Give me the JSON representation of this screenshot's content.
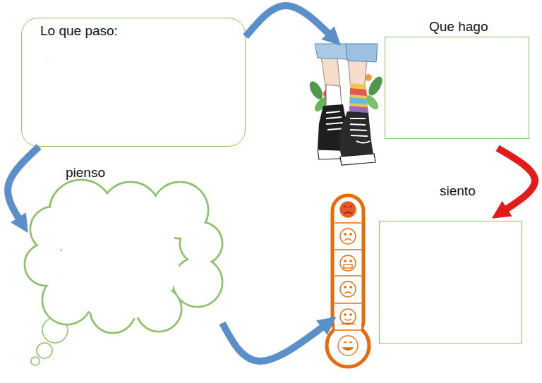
{
  "diagram": {
    "nodes": [
      {
        "text": [
          "Lo que paso:",
          ":"
        ]
      },
      {
        "text": [
          "Que hago"
        ]
      },
      {
        "text": [
          "pienso"
        ]
      },
      {
        "text": [
          "siento"
        ]
      }
    ],
    "edges": [
      {
        "from": 0,
        "to": 1,
        "arrow": "to"
      },
      {
        "from": 0,
        "to": 2,
        "arrow": "to"
      },
      {
        "from": 1,
        "to": 3,
        "arrow": "to"
      },
      {
        "from": 2,
        "to": 3,
        "arrow": "to"
      }
    ]
  }
}
